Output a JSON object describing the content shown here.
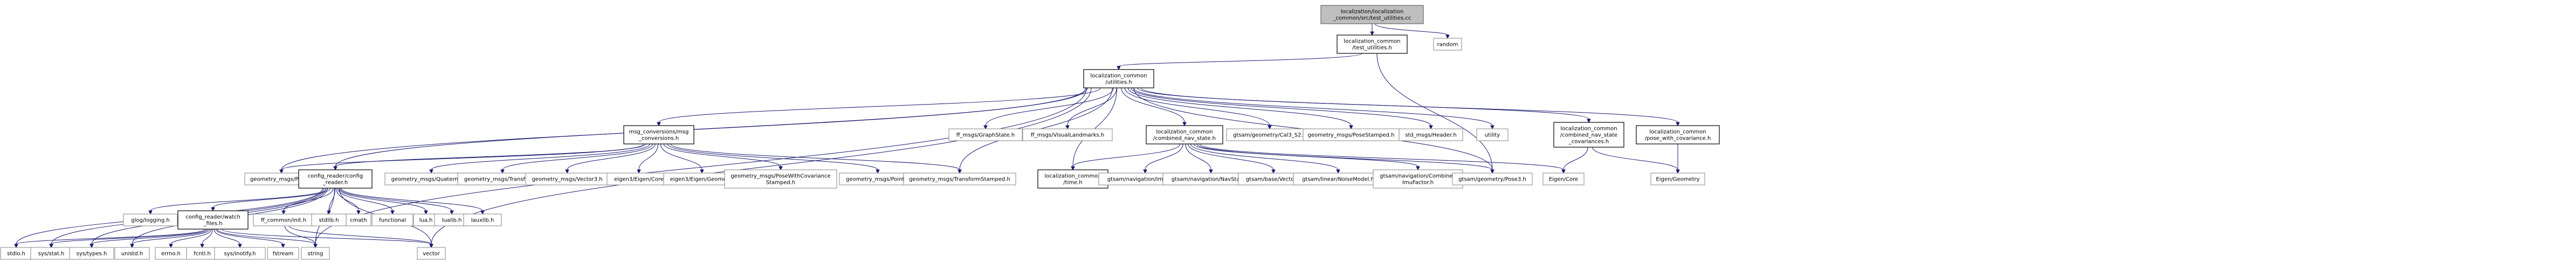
{
  "graph": {
    "nodes": [
      {
        "id": "root",
        "lines": [
          "localization/localization",
          "_common/src/test_utilities.cc"
        ],
        "style": "root"
      },
      {
        "id": "test_utilities_h",
        "lines": [
          "localization_common",
          "/test_utilities.h"
        ],
        "style": "linked"
      },
      {
        "id": "random",
        "lines": [
          "random"
        ],
        "style": "plain"
      },
      {
        "id": "utilities_h",
        "lines": [
          "localization_common",
          "/utilities.h"
        ],
        "style": "linked"
      },
      {
        "id": "msg_conversions",
        "lines": [
          "msg_conversions/msg",
          "_conversions.h"
        ],
        "style": "linked"
      },
      {
        "id": "ff_graphstate",
        "lines": [
          "ff_msgs/GraphState.h"
        ],
        "style": "plain"
      },
      {
        "id": "ff_visuallandmarks",
        "lines": [
          "ff_msgs/VisualLandmarks.h"
        ],
        "style": "plain"
      },
      {
        "id": "combined_nav_state",
        "lines": [
          "localization_common",
          "/combined_nav_state.h"
        ],
        "style": "linked"
      },
      {
        "id": "cal3_s2",
        "lines": [
          "gtsam/geometry/Cal3_S2.h"
        ],
        "style": "plain"
      },
      {
        "id": "posestamped",
        "lines": [
          "geometry_msgs/PoseStamped.h"
        ],
        "style": "plain"
      },
      {
        "id": "std_header",
        "lines": [
          "std_msgs/Header.h"
        ],
        "style": "plain"
      },
      {
        "id": "utility",
        "lines": [
          "utility"
        ],
        "style": "plain"
      },
      {
        "id": "cnsc",
        "lines": [
          "localization_common",
          "/combined_nav_state",
          "_covariances.h"
        ],
        "style": "linked"
      },
      {
        "id": "pwc",
        "lines": [
          "localization_common",
          "/pose_with_covariance.h"
        ],
        "style": "linked"
      },
      {
        "id": "geom_pose",
        "lines": [
          "geometry_msgs/Pose.h"
        ],
        "style": "plain"
      },
      {
        "id": "config_reader",
        "lines": [
          "config_reader/config",
          "_reader.h"
        ],
        "style": "linked"
      },
      {
        "id": "quaternion",
        "lines": [
          "geometry_msgs/Quaternion.h"
        ],
        "style": "plain"
      },
      {
        "id": "transform",
        "lines": [
          "geometry_msgs/Transform.h"
        ],
        "style": "plain"
      },
      {
        "id": "vector3",
        "lines": [
          "geometry_msgs/Vector3.h"
        ],
        "style": "plain"
      },
      {
        "id": "eigen_core_top",
        "lines": [
          "eigen3/Eigen/Core"
        ],
        "style": "plain"
      },
      {
        "id": "eigen_geom_top",
        "lines": [
          "eigen3/Eigen/Geometry"
        ],
        "style": "plain"
      },
      {
        "id": "pwcs",
        "lines": [
          "geometry_msgs/PoseWithCovariance",
          "Stamped.h"
        ],
        "style": "plain"
      },
      {
        "id": "point",
        "lines": [
          "geometry_msgs/Point.h"
        ],
        "style": "plain"
      },
      {
        "id": "transformstamped",
        "lines": [
          "geometry_msgs/TransformStamped.h"
        ],
        "style": "plain"
      },
      {
        "id": "time_h",
        "lines": [
          "localization_common",
          "/time.h"
        ],
        "style": "linked"
      },
      {
        "id": "imubias",
        "lines": [
          "gtsam/navigation/ImuBias.h"
        ],
        "style": "plain"
      },
      {
        "id": "navstate",
        "lines": [
          "gtsam/navigation/NavState.h"
        ],
        "style": "plain"
      },
      {
        "id": "base_vector",
        "lines": [
          "gtsam/base/Vector.h"
        ],
        "style": "plain"
      },
      {
        "id": "noisemodel",
        "lines": [
          "gtsam/linear/NoiseModel.h"
        ],
        "style": "plain"
      },
      {
        "id": "combinedimu",
        "lines": [
          "gtsam/navigation/Combined",
          "ImuFactor.h"
        ],
        "style": "plain"
      },
      {
        "id": "pose3",
        "lines": [
          "gtsam/geometry/Pose3.h"
        ],
        "style": "plain"
      },
      {
        "id": "eigen_core",
        "lines": [
          "Eigen/Core"
        ],
        "style": "plain"
      },
      {
        "id": "eigen_geometry",
        "lines": [
          "Eigen/Geometry"
        ],
        "style": "plain"
      },
      {
        "id": "glog",
        "lines": [
          "glog/logging.h"
        ],
        "style": "plain"
      },
      {
        "id": "watch_files",
        "lines": [
          "config_reader/watch",
          "_files.h"
        ],
        "style": "linked"
      },
      {
        "id": "ff_common_init",
        "lines": [
          "ff_common/init.h"
        ],
        "style": "plain"
      },
      {
        "id": "stdlib",
        "lines": [
          "stdlib.h"
        ],
        "style": "plain"
      },
      {
        "id": "cmath",
        "lines": [
          "cmath"
        ],
        "style": "plain"
      },
      {
        "id": "functional",
        "lines": [
          "functional"
        ],
        "style": "plain"
      },
      {
        "id": "lua",
        "lines": [
          "lua.h"
        ],
        "style": "plain"
      },
      {
        "id": "lualib",
        "lines": [
          "lualib.h"
        ],
        "style": "plain"
      },
      {
        "id": "lauxlib",
        "lines": [
          "lauxlib.h"
        ],
        "style": "plain"
      },
      {
        "id": "stdio",
        "lines": [
          "stdio.h"
        ],
        "style": "plain"
      },
      {
        "id": "sys_stat",
        "lines": [
          "sys/stat.h"
        ],
        "style": "plain"
      },
      {
        "id": "sys_types",
        "lines": [
          "sys/types.h"
        ],
        "style": "plain"
      },
      {
        "id": "unistd",
        "lines": [
          "unistd.h"
        ],
        "style": "plain"
      },
      {
        "id": "errno",
        "lines": [
          "errno.h"
        ],
        "style": "plain"
      },
      {
        "id": "fcntl",
        "lines": [
          "fcntl.h"
        ],
        "style": "plain"
      },
      {
        "id": "inotify",
        "lines": [
          "sys/inotify.h"
        ],
        "style": "plain"
      },
      {
        "id": "fstream",
        "lines": [
          "fstream"
        ],
        "style": "plain"
      },
      {
        "id": "string",
        "lines": [
          "string"
        ],
        "style": "plain"
      },
      {
        "id": "vector",
        "lines": [
          "vector"
        ],
        "style": "plain"
      }
    ],
    "edges": [
      [
        "root",
        "test_utilities_h"
      ],
      [
        "root",
        "random"
      ],
      [
        "test_utilities_h",
        "utilities_h"
      ],
      [
        "test_utilities_h",
        "pose3"
      ],
      [
        "utilities_h",
        "msg_conversions"
      ],
      [
        "utilities_h",
        "ff_graphstate"
      ],
      [
        "utilities_h",
        "ff_visuallandmarks"
      ],
      [
        "utilities_h",
        "combined_nav_state"
      ],
      [
        "utilities_h",
        "cal3_s2"
      ],
      [
        "utilities_h",
        "posestamped"
      ],
      [
        "utilities_h",
        "std_header"
      ],
      [
        "utilities_h",
        "utility"
      ],
      [
        "utilities_h",
        "cnsc"
      ],
      [
        "utilities_h",
        "pwc"
      ],
      [
        "utilities_h",
        "geom_pose"
      ],
      [
        "utilities_h",
        "transformstamped"
      ],
      [
        "utilities_h",
        "time_h"
      ],
      [
        "utilities_h",
        "pose3"
      ],
      [
        "utilities_h",
        "config_reader"
      ],
      [
        "utilities_h",
        "string"
      ],
      [
        "utilities_h",
        "vector"
      ],
      [
        "msg_conversions",
        "geom_pose"
      ],
      [
        "msg_conversions",
        "config_reader"
      ],
      [
        "msg_conversions",
        "quaternion"
      ],
      [
        "msg_conversions",
        "transform"
      ],
      [
        "msg_conversions",
        "vector3"
      ],
      [
        "msg_conversions",
        "eigen_core_top"
      ],
      [
        "msg_conversions",
        "eigen_geom_top"
      ],
      [
        "msg_conversions",
        "pwcs"
      ],
      [
        "msg_conversions",
        "point"
      ],
      [
        "msg_conversions",
        "transformstamped"
      ],
      [
        "combined_nav_state",
        "time_h"
      ],
      [
        "combined_nav_state",
        "imubias"
      ],
      [
        "combined_nav_state",
        "navstate"
      ],
      [
        "combined_nav_state",
        "base_vector"
      ],
      [
        "combined_nav_state",
        "noisemodel"
      ],
      [
        "combined_nav_state",
        "combinedimu"
      ],
      [
        "combined_nav_state",
        "pose3"
      ],
      [
        "combined_nav_state",
        "eigen_core"
      ],
      [
        "cnsc",
        "eigen_core"
      ],
      [
        "cnsc",
        "eigen_geometry"
      ],
      [
        "pwc",
        "eigen_geometry"
      ],
      [
        "config_reader",
        "glog"
      ],
      [
        "config_reader",
        "watch_files"
      ],
      [
        "config_reader",
        "ff_common_init"
      ],
      [
        "config_reader",
        "stdlib"
      ],
      [
        "config_reader",
        "cmath"
      ],
      [
        "config_reader",
        "functional"
      ],
      [
        "config_reader",
        "lua"
      ],
      [
        "config_reader",
        "lualib"
      ],
      [
        "config_reader",
        "lauxlib"
      ],
      [
        "config_reader",
        "stdio"
      ],
      [
        "config_reader",
        "sys_stat"
      ],
      [
        "config_reader",
        "sys_types"
      ],
      [
        "config_reader",
        "unistd"
      ],
      [
        "config_reader",
        "string"
      ],
      [
        "config_reader",
        "vector"
      ],
      [
        "watch_files",
        "stdio"
      ],
      [
        "watch_files",
        "sys_stat"
      ],
      [
        "watch_files",
        "sys_types"
      ],
      [
        "watch_files",
        "unistd"
      ],
      [
        "watch_files",
        "errno"
      ],
      [
        "watch_files",
        "fcntl"
      ],
      [
        "watch_files",
        "inotify"
      ],
      [
        "watch_files",
        "fstream"
      ],
      [
        "watch_files",
        "string"
      ],
      [
        "watch_files",
        "vector"
      ],
      [
        "ff_common_init",
        "string"
      ],
      [
        "ff_common_init",
        "vector"
      ]
    ]
  }
}
